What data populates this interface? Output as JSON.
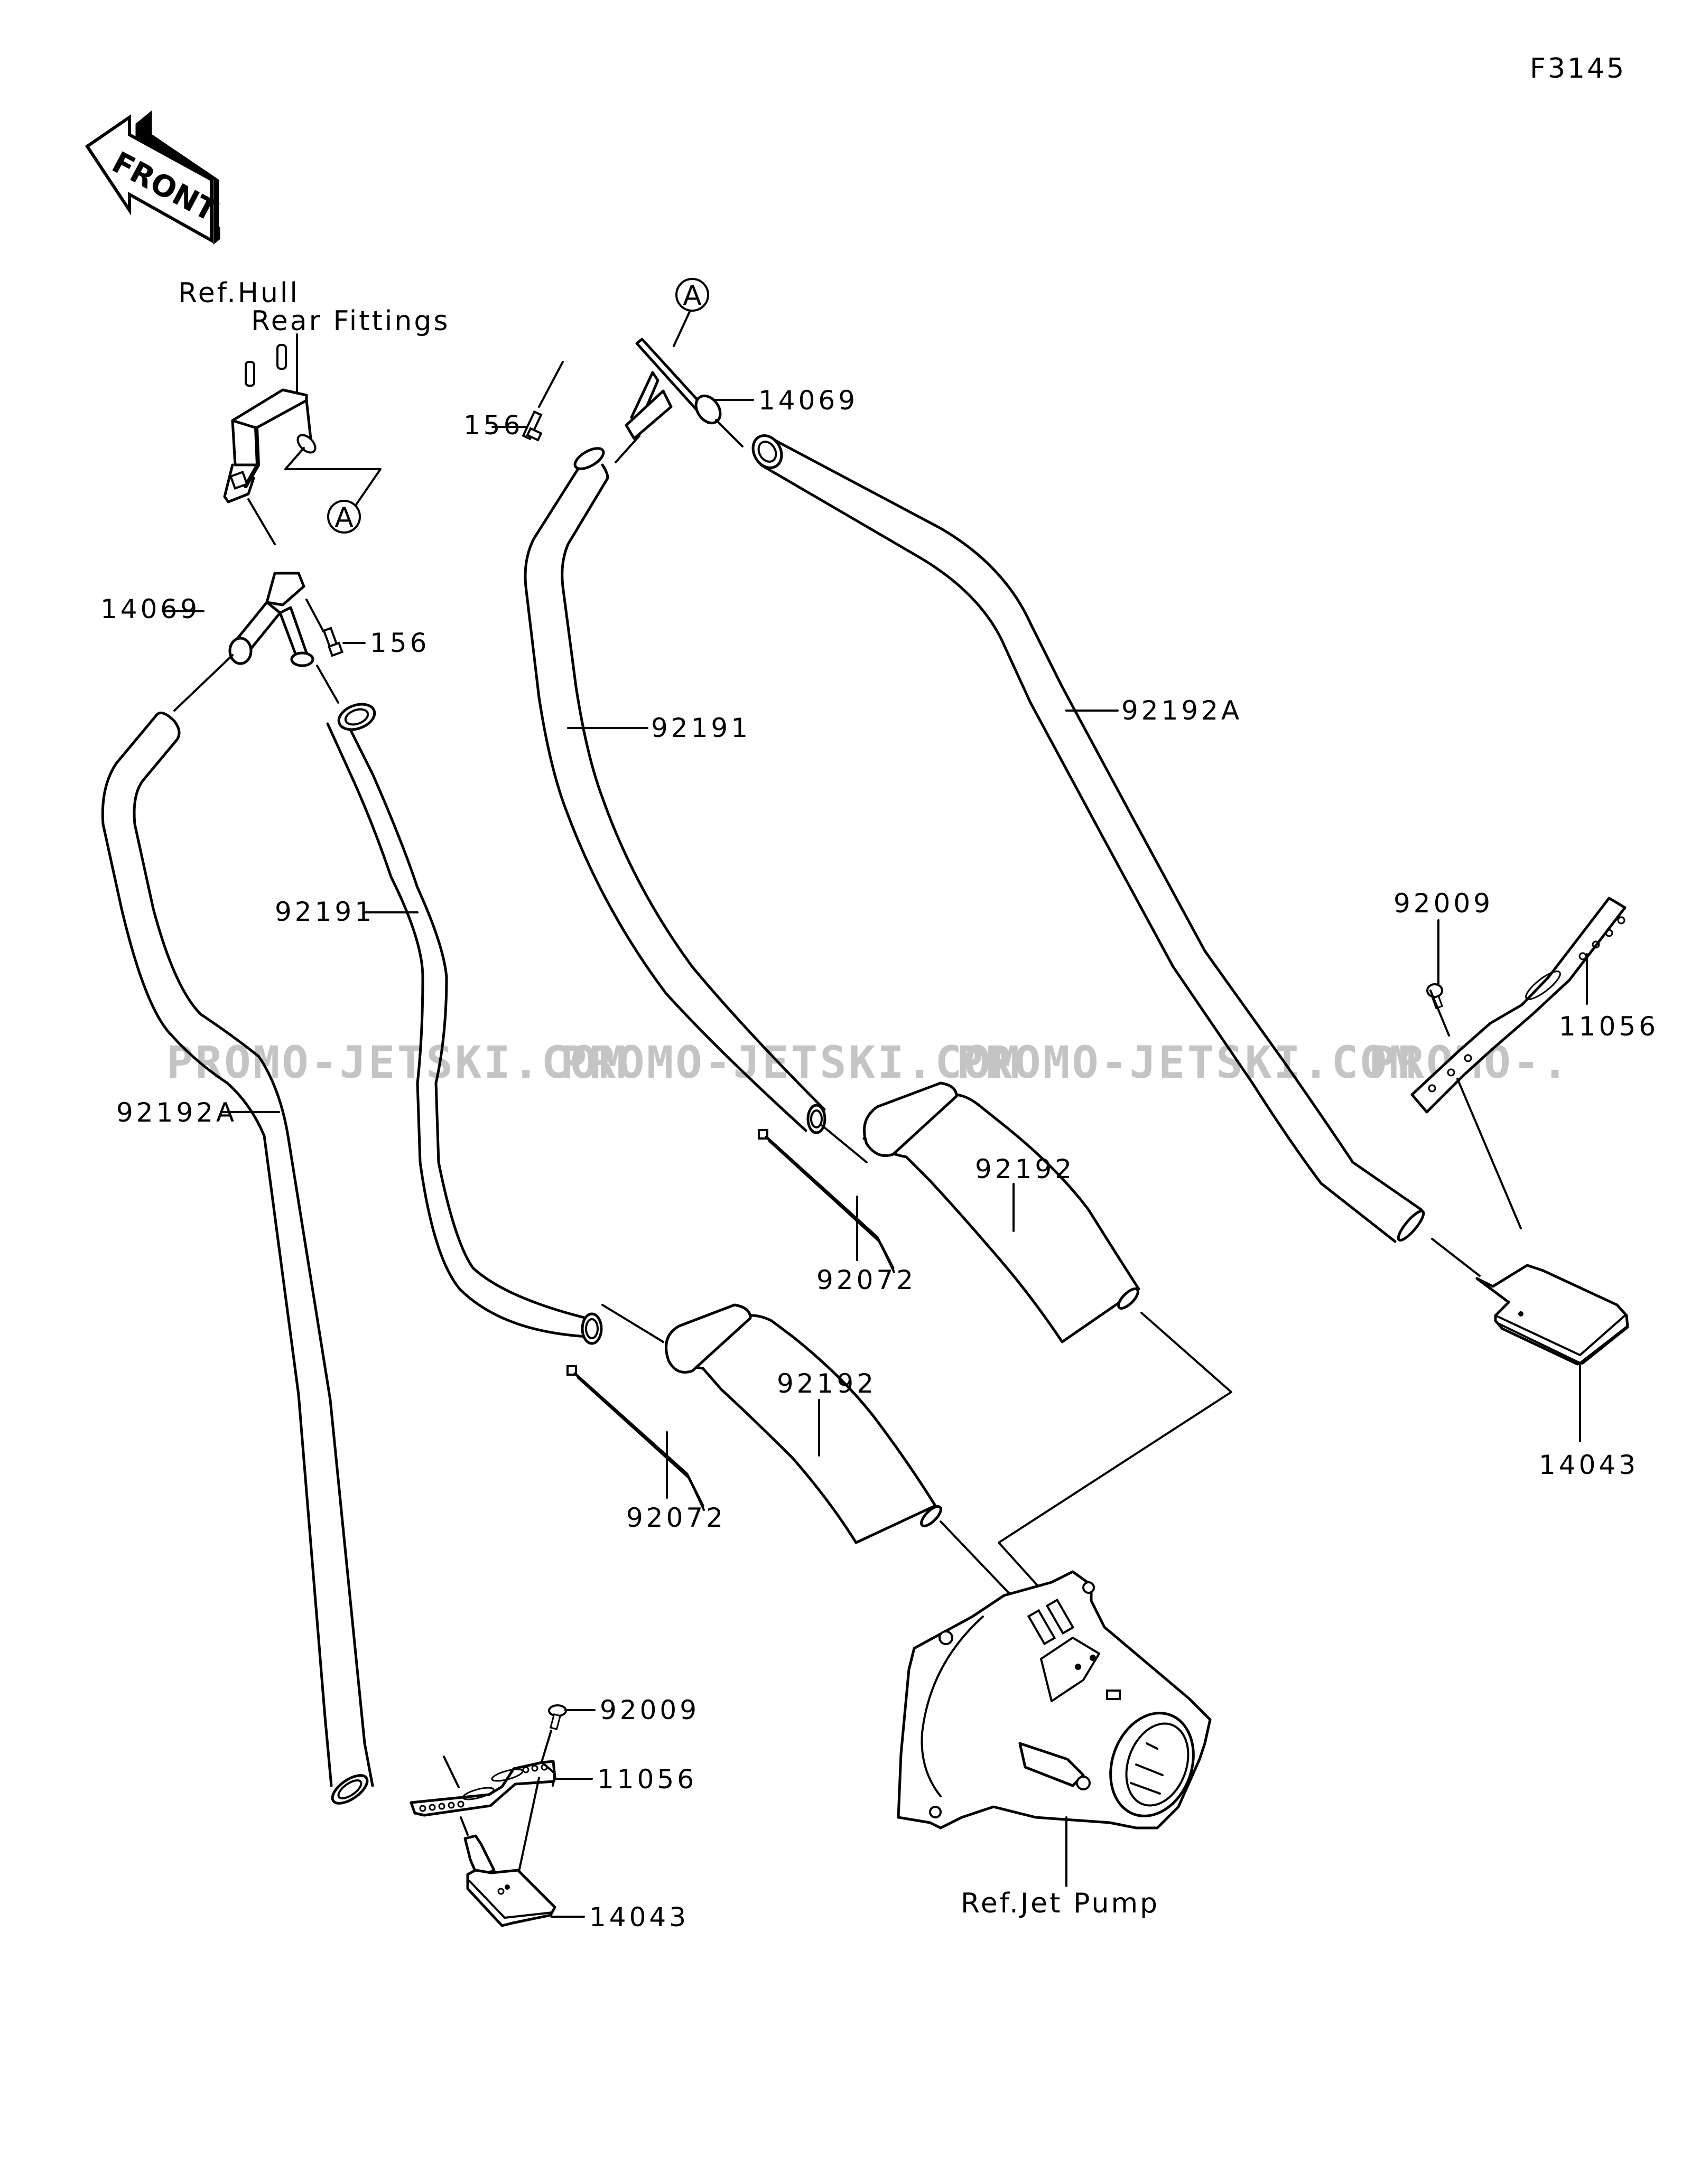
{
  "diagram": {
    "figure_code": "F3145",
    "front_indicator": "FRONT",
    "watermark": {
      "text_full": "PROMO-JETSKI.COM",
      "text_truncated": "PROMO-."
    },
    "references": {
      "hull_rear_fittings": {
        "line1": "Ref.Hull",
        "line2": "Rear Fittings"
      },
      "jet_pump": "Ref.Jet Pump",
      "connection_marker": "A"
    },
    "callouts": {
      "left_fitting": "14069",
      "left_bolt": "156",
      "right_fitting": "14069",
      "right_bolt": "156",
      "left_hose_outer": "92192A",
      "left_hose_inner": "92191",
      "right_hose_inner": "92191",
      "right_hose_outer": "92192A",
      "upper_short_hose": "92192",
      "lower_short_hose": "92192",
      "upper_cable_tie": "92072",
      "lower_cable_tie": "92072",
      "right_screw": "92009",
      "right_bracket": "11056",
      "right_strainer": "14043",
      "left_screw": "92009",
      "left_bracket": "11056",
      "left_strainer": "14043"
    },
    "colors": {
      "line": "#000000",
      "watermark": "#c4c4c4",
      "background": "#ffffff"
    }
  }
}
